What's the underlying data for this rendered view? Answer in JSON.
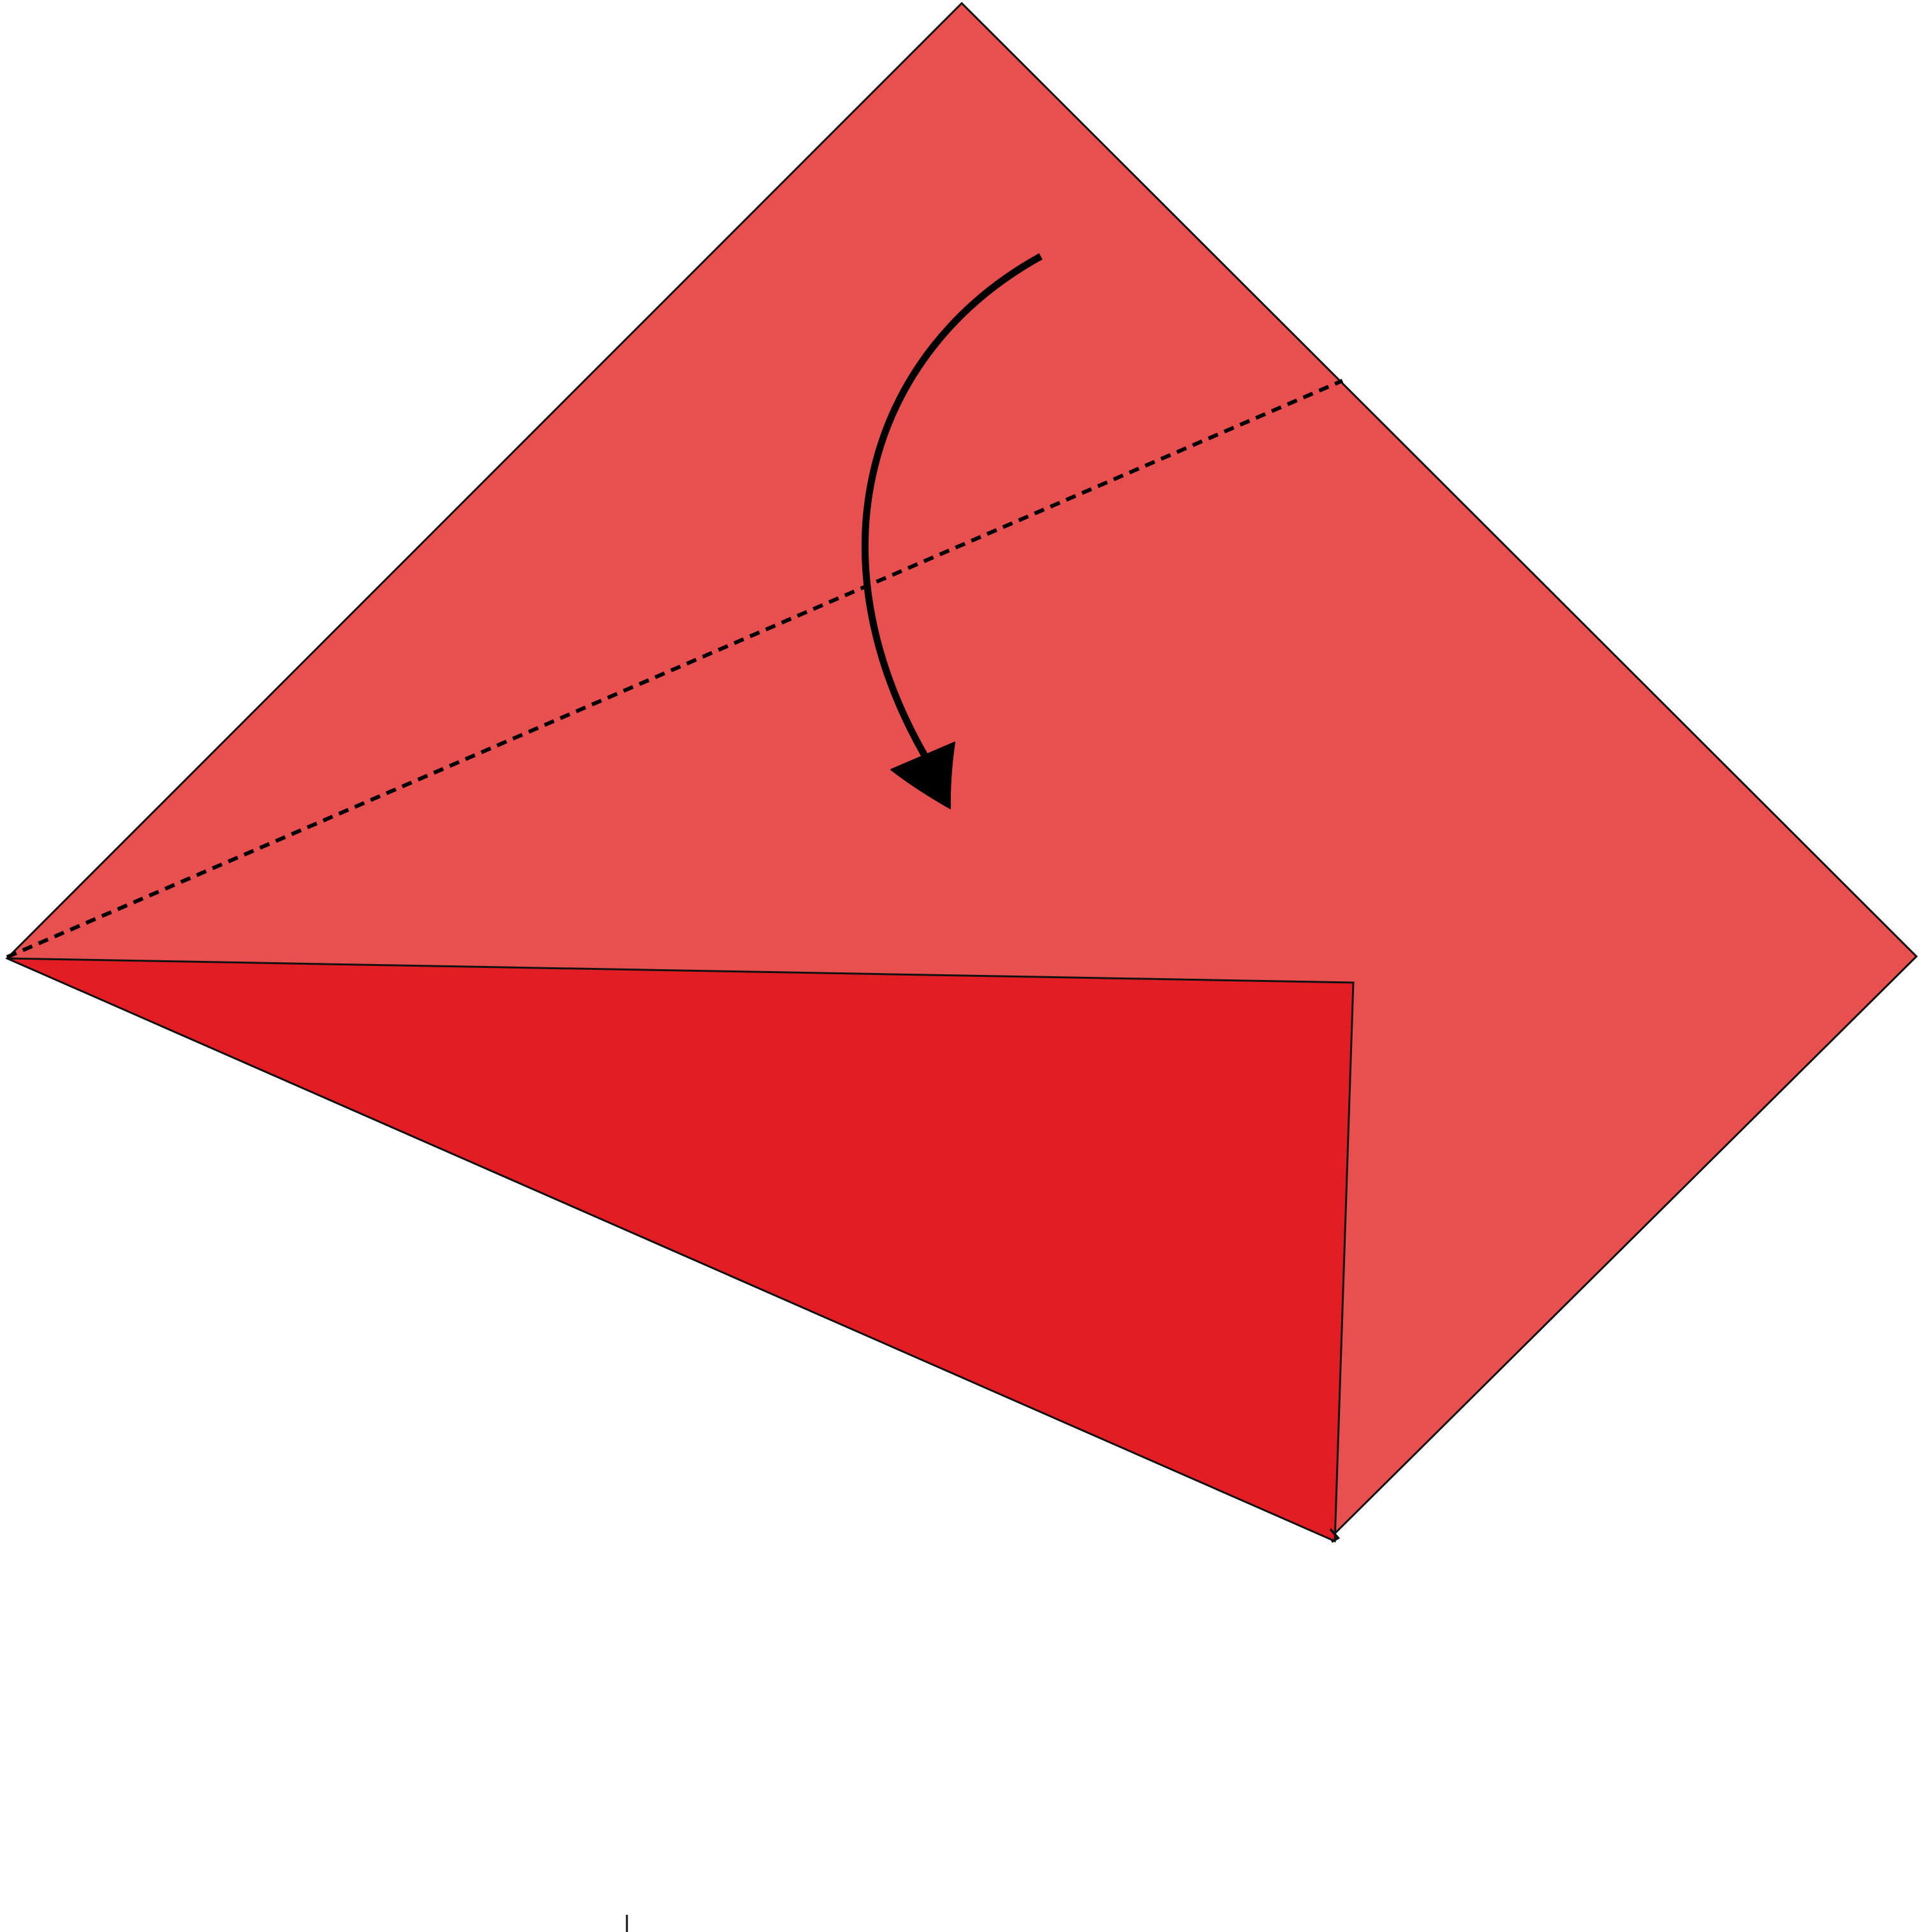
{
  "diagram": {
    "type": "origami-fold-instruction",
    "step_action": "valley-fold",
    "colors": {
      "paper_light": "#e85050",
      "paper_folded": "#e21d23",
      "outline": "#111111",
      "fold_line": "#000000",
      "arrow": "#000000",
      "background": "#ffffff"
    },
    "icons": {
      "fold_arrow": "curved-arrow-down-icon",
      "fold_line": "dashed-valley-fold-line"
    }
  }
}
